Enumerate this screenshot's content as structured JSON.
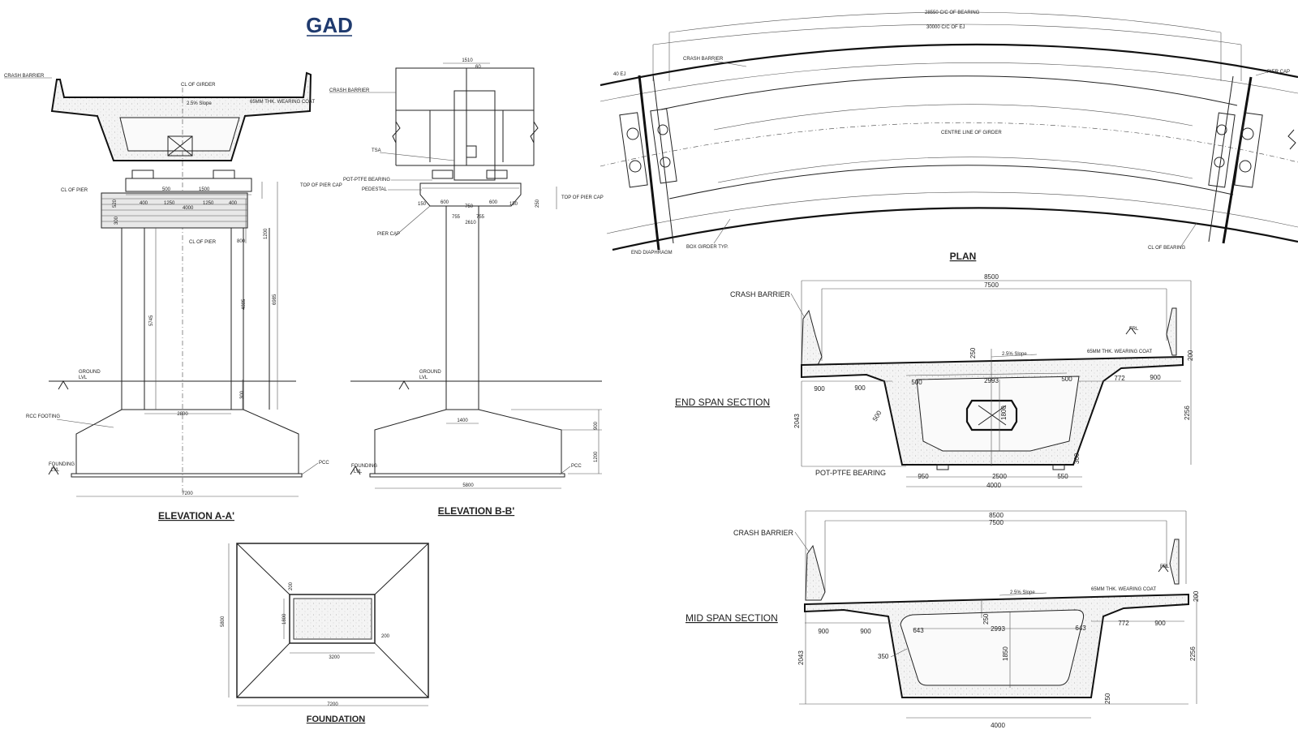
{
  "header": {
    "title": "GAD"
  },
  "elevation_aa": {
    "title": "ELEVATION A-A'",
    "crash_barrier": "CRASH BARRIER",
    "cl_girder": "CL OF GIRDER",
    "wearing_coat": "65MM THK. WEARING COAT",
    "slope": "2.5% Slope",
    "cl_pier": "CL OF PIER",
    "cl_pier_2": "CL OF PIER",
    "top_pier_cap": "TOP OF PIER CAP",
    "ground": "GROUND",
    "ground_lvl": "LVL",
    "rcc_footing": "RCC FOOTING",
    "founding": "FOUNDING",
    "founding_lvl": "LVL",
    "pcc": "PCC",
    "dims": {
      "d400a": "400",
      "d1250a": "1250",
      "d1250b": "1250",
      "d400b": "400",
      "d4000": "4000",
      "d1500": "1500",
      "d500": "500",
      "d520": "520",
      "d300": "300",
      "d1200": "1200",
      "d800": "800",
      "d5745": "5745",
      "d4885": "4885",
      "d6985": "6985",
      "d300b": "300",
      "d2800": "2800",
      "d7200": "7200"
    }
  },
  "elevation_bb": {
    "title": "ELEVATION B-B'",
    "crash_barrier": "CRASH BARRIER",
    "tsa": "TSA",
    "pot_ptfe": "POT-PTFE BEARING",
    "pedestal": "PEDESTAL",
    "pier_cap": "PIER CAP",
    "top_pier_cap": "TOP OF PIER CAP",
    "ground": "GROUND",
    "ground_lvl": "LVL",
    "founding": "FOUNDING",
    "founding_lvl": "LVL",
    "pcc": "PCC",
    "dims": {
      "d1510": "1510",
      "d60": "60",
      "d150a": "150",
      "d600a": "600",
      "d750": "750",
      "d600b": "600",
      "d150b": "150",
      "d755a": "755",
      "d755b": "755",
      "d2610": "2610",
      "d250": "250",
      "d1400": "1400",
      "d900": "900",
      "d1200": "1200",
      "d5800": "5800"
    }
  },
  "foundation": {
    "title": "FOUNDATION",
    "dims": {
      "d200a": "200",
      "d1800": "1800",
      "d5800": "5800",
      "d200b": "200",
      "d3200": "3200",
      "d7200": "7200"
    }
  },
  "plan": {
    "title": "PLAN",
    "cc_bearing": "28550 C/C OF BEARING",
    "cc_ej": "30000 C/C OF EJ",
    "crash_barrier": "CRASH BARRIER",
    "ej": "40 EJ",
    "pier_cap": "PIER CAP",
    "centre_line": "CENTRE LINE OF GIRDER",
    "end_diaphragm": "END DIAPHRAGM",
    "box_girder": "BOX GIRDER TYP.",
    "cl_bearing": "CL OF BEARING"
  },
  "end_span": {
    "title": "END SPAN SECTION",
    "crash_barrier": "CRASH BARRIER",
    "frl": "FRL",
    "wearing_coat": "65MM THK. WEARING COAT",
    "slope": "2.5% Slope",
    "pot_ptfe": "POT-PTFE BEARING",
    "dims": {
      "d8500": "8500",
      "d7500": "7500",
      "d250": "250",
      "d200": "200",
      "d900a": "900",
      "d900b": "900",
      "d500a": "500",
      "d2993": "2993",
      "d500b": "500",
      "d772": "772",
      "d900c": "900",
      "d2043": "2043",
      "d500c": "500",
      "d1800": "1800",
      "d2256": "2256",
      "d300": "300",
      "d950": "950",
      "d2500": "2500",
      "d550": "550",
      "d4000": "4000"
    }
  },
  "mid_span": {
    "title": "MID SPAN SECTION",
    "crash_barrier": "CRASH BARRIER",
    "frl": "FRL",
    "wearing_coat": "65MM THK. WEARING COAT",
    "slope": "2.5% Slope",
    "dims": {
      "d8500": "8500",
      "d7500": "7500",
      "d200": "200",
      "d250": "250",
      "d900a": "900",
      "d900b": "900",
      "d643a": "643",
      "d2993": "2993",
      "d643b": "643",
      "d772": "772",
      "d900c": "900",
      "d2043": "2043",
      "d350": "350",
      "d1850": "1850",
      "d2256": "2256",
      "d250b": "250",
      "d4000": "4000"
    }
  },
  "colors": {
    "title": "#1f3a6e",
    "line": "#222222"
  }
}
